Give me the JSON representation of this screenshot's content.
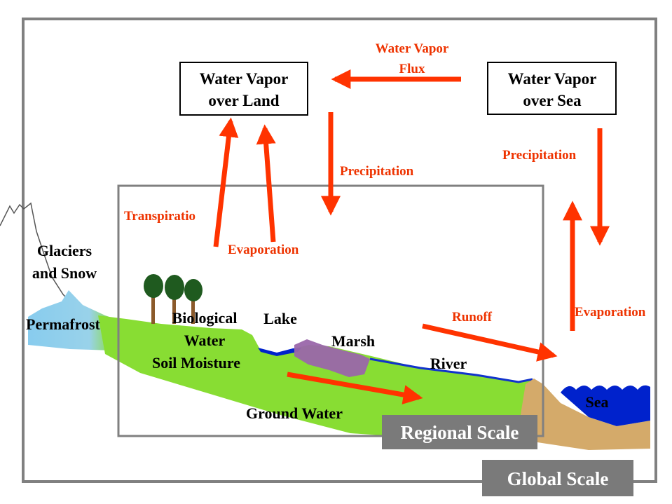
{
  "boxes": {
    "vapor_land": {
      "line1": "Water Vapor",
      "line2": "over Land"
    },
    "vapor_sea": {
      "line1": "Water Vapor",
      "line2": "over Sea"
    }
  },
  "fluxes": {
    "vapor_flux_line1": "Water Vapor",
    "vapor_flux_line2": "Flux",
    "precipitation_land": "Precipitation",
    "precipitation_sea": "Precipitation",
    "transpiration": "Transpiratio",
    "evaporation_land": "Evaporation",
    "evaporation_sea": "Evaporation",
    "runoff": "Runoff"
  },
  "features": {
    "glaciers_line1": "Glaciers",
    "glaciers_line2": "and Snow",
    "permafrost": "Permafrost",
    "biological_line1": "Biological",
    "biological_line2": "Water",
    "soil_moisture": "Soil Moisture",
    "lake": "Lake",
    "marsh": "Marsh",
    "river": "River",
    "ground_water": "Ground Water",
    "sea": "Sea"
  },
  "scales": {
    "regional": "Regional Scale",
    "global": "Global Scale"
  },
  "colors": {
    "flow_arrow": "#ff3300",
    "flow_text": "#ee3300",
    "land": "#88dd33",
    "sand": "#d4aa6a",
    "sea": "#0022cc",
    "marsh": "#9a66aa",
    "ice": "#88ccee",
    "frame": "#808080",
    "scale_label_bg": "#7a7a7a"
  }
}
